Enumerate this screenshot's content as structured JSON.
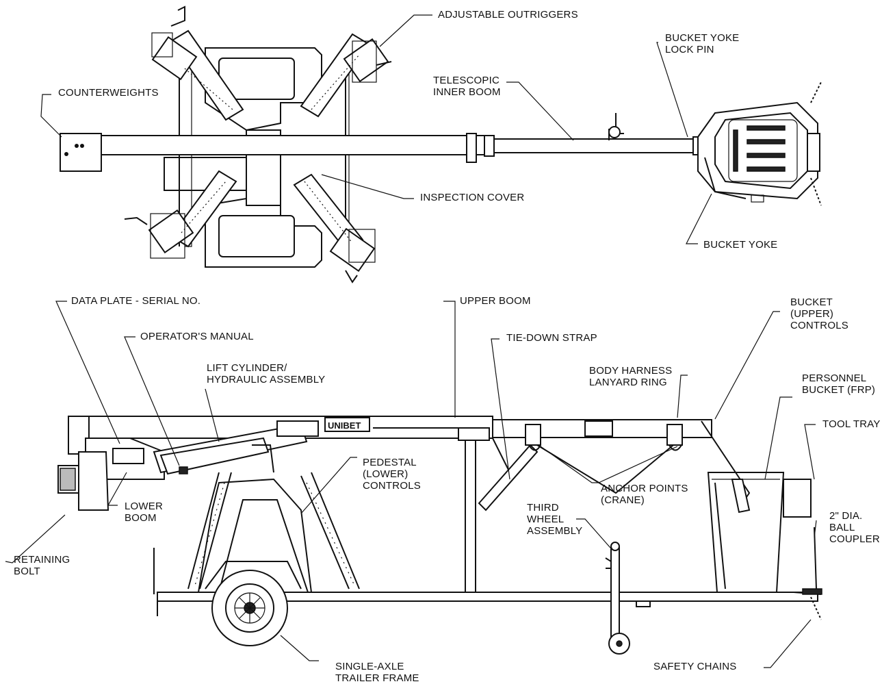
{
  "colors": {
    "ink": "#111111",
    "paper": "#ffffff",
    "shade": "#bbbbbb"
  },
  "top_view": {
    "labels": {
      "adjustable_outriggers": "ADJUSTABLE OUTRIGGERS",
      "counterweights": "COUNTERWEIGHTS",
      "telescopic_inner_boom": [
        "TELESCOPIC",
        "INNER BOOM"
      ],
      "bucket_yoke_lock_pin": [
        "BUCKET YOKE",
        "LOCK PIN"
      ],
      "inspection_cover": "INSPECTION COVER",
      "bucket_yoke": "BUCKET YOKE"
    }
  },
  "side_view": {
    "labels": {
      "data_plate": "DATA PLATE - SERIAL NO.",
      "operators_manual": "OPERATOR'S MANUAL",
      "lift_cylinder": [
        "LIFT CYLINDER/",
        "HYDRAULIC ASSEMBLY"
      ],
      "upper_boom": "UPPER BOOM",
      "tie_down_strap": "TIE-DOWN STRAP",
      "bucket_upper_controls": [
        "BUCKET",
        "(UPPER)",
        "CONTROLS"
      ],
      "body_harness": [
        "BODY HARNESS",
        "LANYARD RING"
      ],
      "personnel_bucket": [
        "PERSONNEL",
        "BUCKET (FRP)"
      ],
      "tool_tray": "TOOL TRAY",
      "pedestal_controls": [
        "PEDESTAL",
        "(LOWER)",
        "CONTROLS"
      ],
      "anchor_points": [
        "ANCHOR POINTS",
        "(CRANE)"
      ],
      "lower_boom": [
        "LOWER",
        "BOOM"
      ],
      "third_wheel": [
        "THIRD",
        "WHEEL",
        "ASSEMBLY"
      ],
      "ball_coupler": [
        "2\" DIA.",
        "BALL",
        "COUPLER"
      ],
      "retaining_bolt": [
        "RETAINING",
        "BOLT"
      ],
      "single_axle": [
        "SINGLE-AXLE",
        "TRAILER FRAME"
      ],
      "safety_chains": "SAFETY CHAINS"
    },
    "boom_brand": "UNIBET"
  }
}
